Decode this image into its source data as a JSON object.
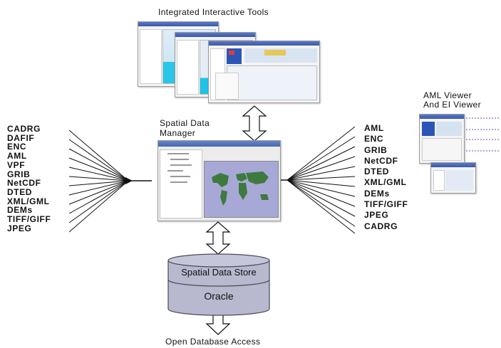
{
  "diagram": {
    "tools_title": "Integrated Interactive Tools",
    "sdm_title_line1": "Spatial Data",
    "sdm_title_line2": "Manager",
    "viewer_title_line1": "AML Viewer",
    "viewer_title_line2": "And EI Viewer",
    "store_label": "Spatial Data Store",
    "oracle_label": "Oracle",
    "open_access_label": "Open Database Access",
    "left_formats": [
      "CADRG",
      "DAFIF",
      "ENC",
      "AML",
      "VPF",
      "GRIB",
      "NetCDF",
      "DTED",
      "XML/GML",
      "DEMs",
      "TIFF/GIFF",
      "JPEG"
    ],
    "right_formats": [
      "AML",
      "ENC",
      "GRIB",
      "NetCDF",
      "DTED",
      "XML/GML",
      "DEMs",
      "TIFF/GIFF",
      "JPEG",
      "CADRG"
    ]
  },
  "colors": {
    "cylinder": "#b8b8ce",
    "cylinder_edge": "#4a4a5a",
    "map_water": "#a8a8d6",
    "map_land": "#3e7a3e"
  }
}
